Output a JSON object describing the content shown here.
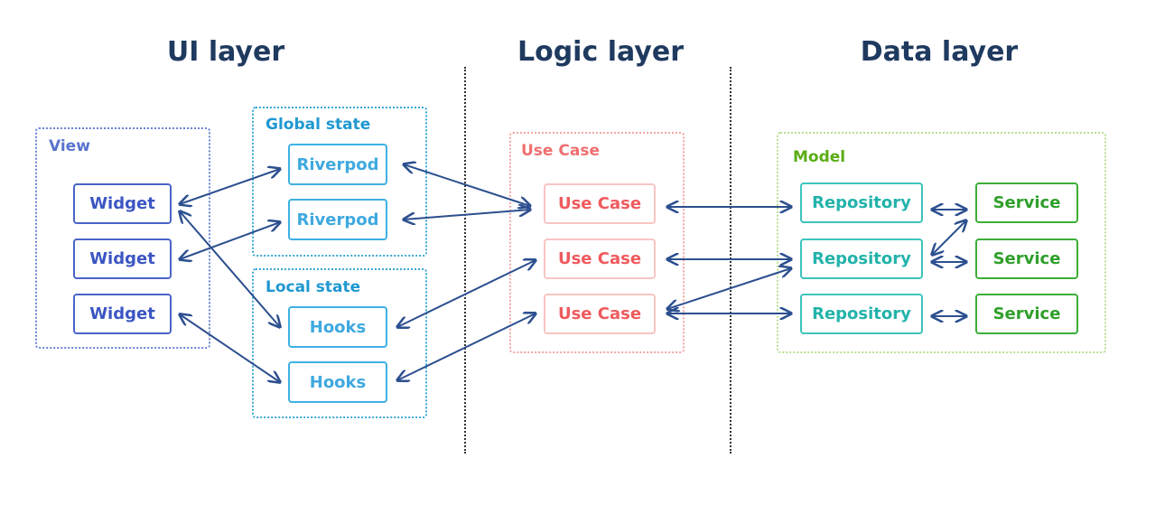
{
  "layers": {
    "ui": "UI layer",
    "logic": "Logic layer",
    "data": "Data layer"
  },
  "groups": {
    "view": "View",
    "global_state": "Global state",
    "local_state": "Local state",
    "use_case": "Use Case",
    "model": "Model"
  },
  "nodes": {
    "widget": [
      "Widget",
      "Widget",
      "Widget"
    ],
    "riverpod": [
      "Riverpod",
      "Riverpod"
    ],
    "hooks": [
      "Hooks",
      "Hooks"
    ],
    "use_case": [
      "Use Case",
      "Use Case",
      "Use Case"
    ],
    "repository": [
      "Repository",
      "Repository",
      "Repository"
    ],
    "service": [
      "Service",
      "Service",
      "Service"
    ]
  },
  "colors": {
    "arrow": "#2c4f8f",
    "title": "#1f3a5f",
    "view": "#4a64c8",
    "state": "#3fb0e3",
    "use_case": "#ef5a5d",
    "repository": "#22b3aa",
    "service": "#2f9f2a",
    "model_group": "#b7e08e"
  }
}
